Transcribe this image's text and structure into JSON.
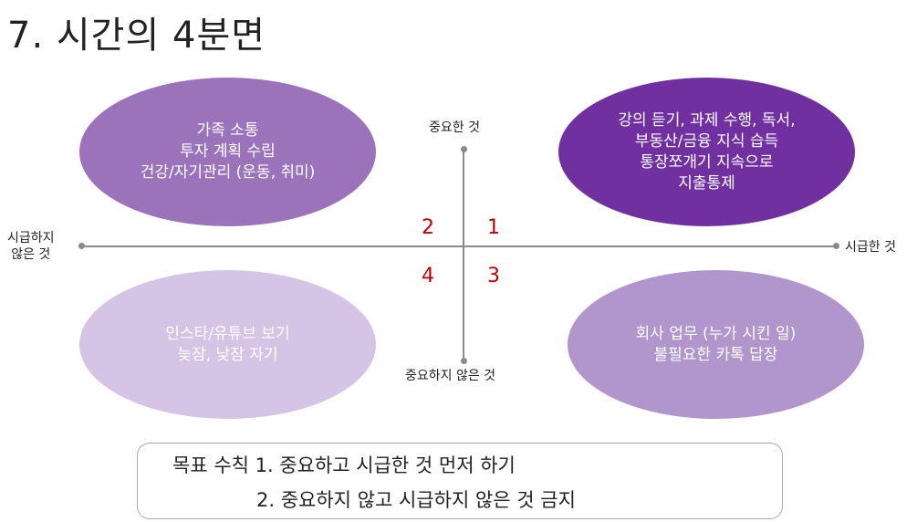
{
  "title": "7. 시간의 4분면",
  "axes": {
    "top_label": "중요한 것",
    "bottom_label": "중요하지 않은 것",
    "left_label_lines": [
      "시급하지",
      "않은 것"
    ],
    "right_label": "시급한 것"
  },
  "quadrants": [
    {
      "number": "1",
      "lines": [
        "강의 듣기, 과제 수행, 독서,",
        "부동산/금융 지식 습득",
        "통장쪼개기 지속으로",
        "지출통제"
      ]
    },
    {
      "number": "2",
      "lines": [
        "가족 소통",
        "투자 계획 수립",
        "건강/자기관리 (운동, 취미)"
      ]
    },
    {
      "number": "3",
      "lines": [
        "회사 업무 (누가 시킨 일)",
        "불필요한 카톡 답장"
      ]
    },
    {
      "number": "4",
      "lines": [
        "인스타/유튜브 보기",
        "늦잠, 낮잠 자기"
      ]
    }
  ],
  "goal": {
    "line1": "목표 수칙 1. 중요하고 시급한 것 먼저 하기",
    "line2": "2. 중요하지 않고 시급하지 않은 것 금지"
  },
  "colors": {
    "q1_fill": "#7030a0",
    "q2_fill": "#9a73bb",
    "q3_fill": "#b196cc",
    "q4_fill": "#d5c4e4",
    "number_red": "#c00000",
    "axis": "#8a8a8a"
  }
}
